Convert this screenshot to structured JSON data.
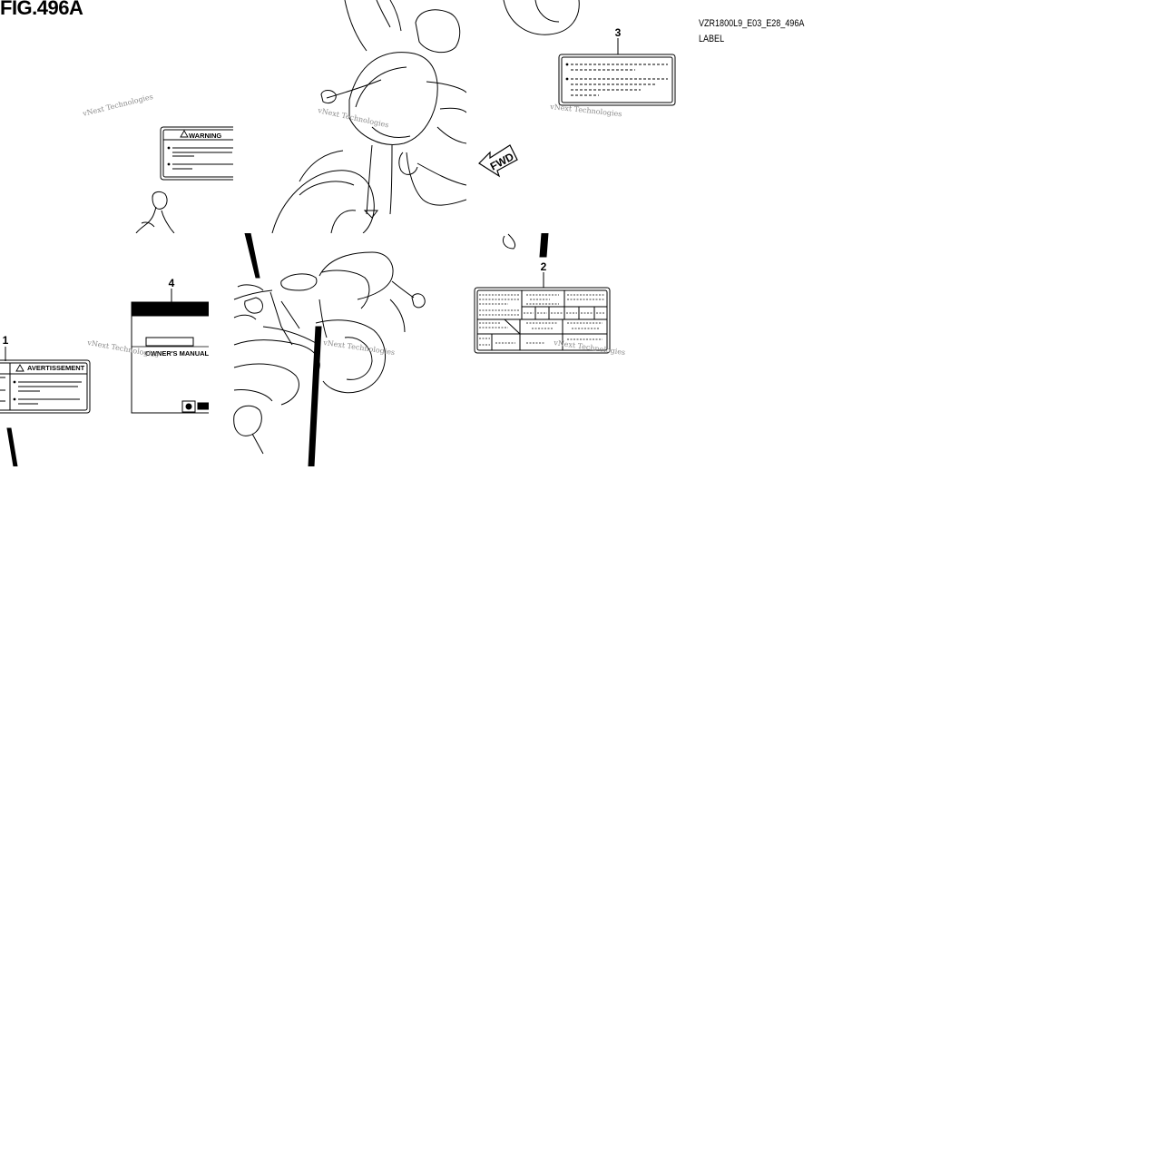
{
  "figure": {
    "title": "FIG.496A",
    "code": "VZR1800L9_E03_E28_496A",
    "section": "LABEL"
  },
  "callouts": [
    {
      "id": "1",
      "label": "1"
    },
    {
      "id": "2",
      "label": "2"
    },
    {
      "id": "3",
      "label": "3"
    },
    {
      "id": "4",
      "label": "4"
    }
  ],
  "labels": {
    "warning": "WARNING",
    "avertissement": "AVERTISSEMENT",
    "owners_manual": "OWNER'S MANUAL",
    "fwd": "FWD"
  },
  "watermark": "vNext Technologies",
  "colors": {
    "line": "#000000",
    "background": "#ffffff",
    "watermark": "#8a8a8a"
  }
}
